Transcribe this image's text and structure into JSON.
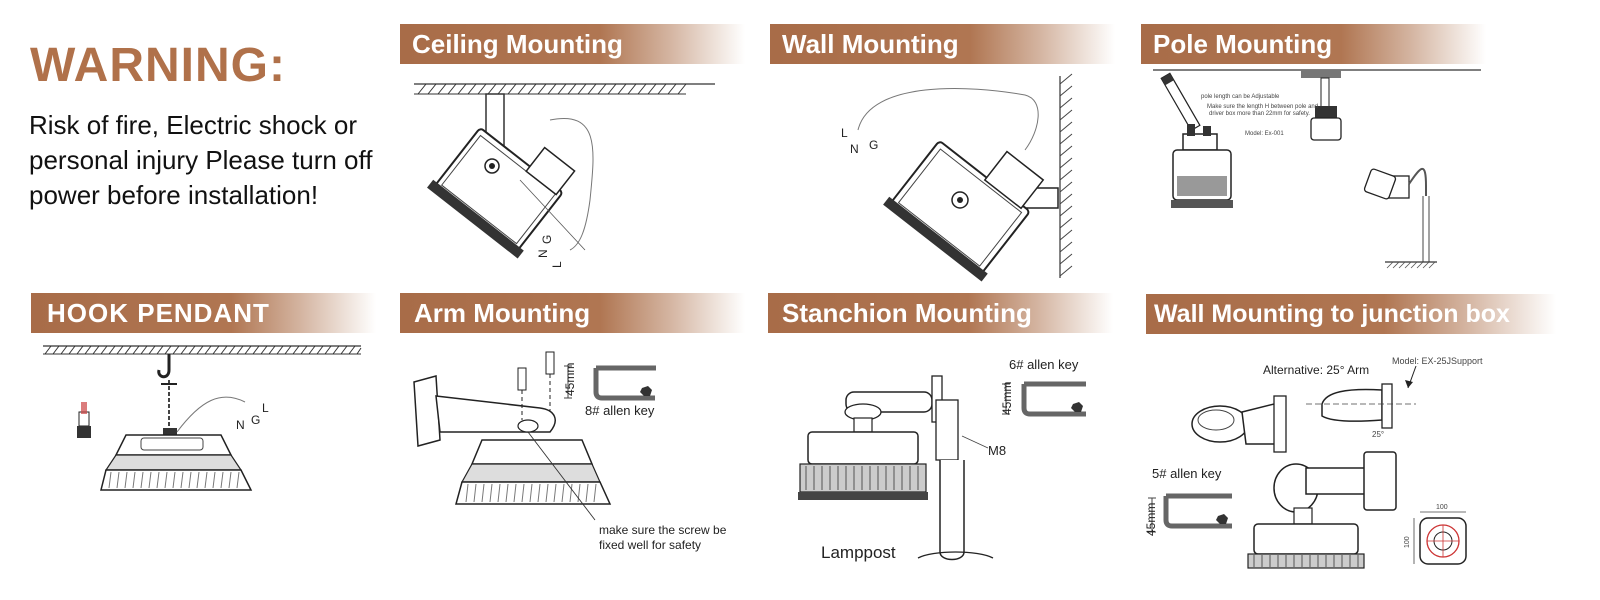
{
  "warning": {
    "title": "WARNING:",
    "text": "Risk of fire, Electric shock or personal injury Please turn off power before installation!"
  },
  "colors": {
    "banner": "#a86c48",
    "warning_title": "#b0714a"
  },
  "panels": [
    {
      "title": "Ceiling Mounting",
      "labels": [
        "L",
        "N",
        "G"
      ]
    },
    {
      "title": "Wall Mounting",
      "labels": [
        "L",
        "N",
        "G"
      ]
    },
    {
      "title": "Pole Mounting",
      "labels": [
        "pole length can be Adjustable",
        "Make sure the length H between pole and",
        "driver box more than 22mm for safety.",
        "Model: Ex-001"
      ]
    },
    {
      "title": "HOOK PENDANT",
      "labels": [
        "L",
        "N",
        "G"
      ]
    },
    {
      "title": "Arm Mounting",
      "labels": [
        "45mm",
        "8# allen key",
        "make sure the screw be",
        "fixed well for safety"
      ]
    },
    {
      "title": "Stanchion Mounting",
      "labels": [
        "6# allen key",
        "45mm",
        "M8",
        "Lamppost"
      ]
    },
    {
      "title": "Wall Mounting to junction box",
      "labels": [
        "Alternative: 25° Arm",
        "Model: EX-25JSupport",
        "5# allen key",
        "45mm",
        "25°",
        "100",
        "100"
      ]
    }
  ]
}
